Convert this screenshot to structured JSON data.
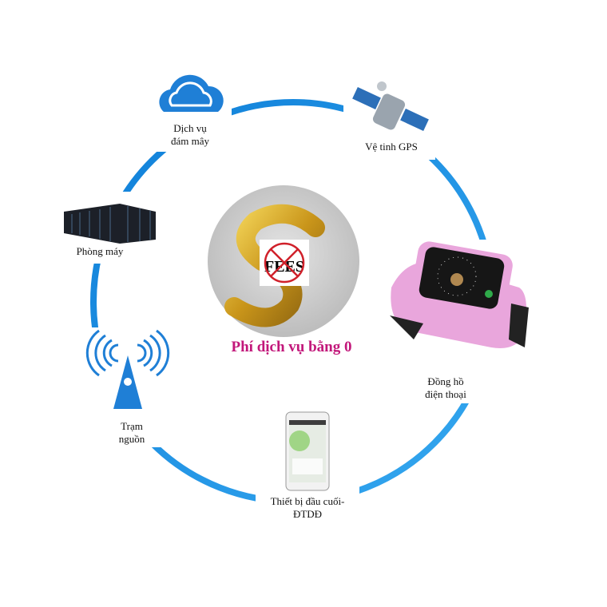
{
  "center": {
    "title": "Phí dịch vụ bằng 0",
    "badge_text": "FEES"
  },
  "nodes": {
    "cloud": {
      "label_line1": "Dịch vụ",
      "label_line2": "đám mây"
    },
    "gps": {
      "label": "Vệ tinh GPS"
    },
    "server": {
      "label": "Phòng máy"
    },
    "watch": {
      "label_line1": "Đồng hồ",
      "label_line2": "điện thoại"
    },
    "tower": {
      "label_line1": "Trạm",
      "label_line2": "nguồn"
    },
    "phone": {
      "label_line1": "Thiết bị đầu cuối-",
      "label_line2": "ĐTDĐ"
    }
  },
  "colors": {
    "ring": "#1f8fe0",
    "title": "#c2177a",
    "gold": "#d4a21a",
    "watch_pink": "#e9a6dc"
  }
}
